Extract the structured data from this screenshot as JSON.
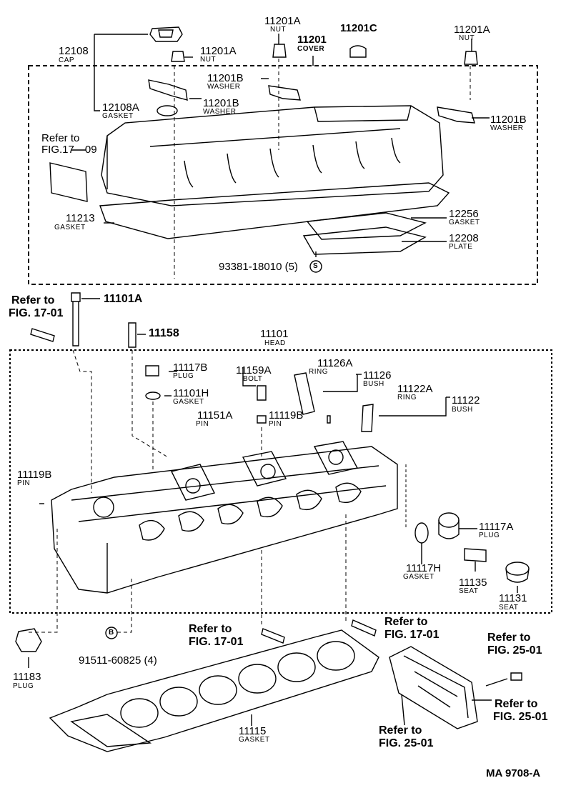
{
  "labels": {
    "p12108": "12108",
    "cap": "CAP",
    "p11201A_1": "11201A",
    "nut_1": "NUT",
    "p11201A_top": "11201A",
    "nut_top": "NUT",
    "p11201": "11201",
    "cover": "COVER",
    "p11201C": "11201C",
    "p11201A_r": "11201A",
    "nut_r": "NUT",
    "p11201B_1": "11201B",
    "washer_1": "WASHER",
    "p12108A": "12108A",
    "gasket_12108A": "GASKET",
    "p11201B_2": "11201B",
    "washer_2": "WASHER",
    "p11201B_r": "11201B",
    "washer_r": "WASHER",
    "refer_to_1": "Refer to",
    "fig_17_09": "FIG.17—09",
    "p11213": "11213",
    "gasket_11213": "GASKET",
    "p12256": "12256",
    "gasket_12256": "GASKET",
    "p12208": "12208",
    "plate_12208": "PLATE",
    "p93381": "93381-18010 (5)",
    "circle_s": "S",
    "refer_to_2": "Refer to",
    "fig_17_01_a": "FIG. 17-01",
    "p11101A": "11101A",
    "p11158": "11158",
    "p11101": "11101",
    "head": "HEAD",
    "p11117B": "11117B",
    "plug_11117B": "PLUG",
    "p11159A": "11159A",
    "bolt": "BOLT",
    "p11126A": "11126A",
    "ring_11126A": "RING",
    "p11126": "11126",
    "bush_11126": "BUSH",
    "p11101H": "11101H",
    "gasket_11101H": "GASKET",
    "p11122A": "11122A",
    "ring_11122A": "RING",
    "p11122": "11122",
    "bush_11122": "BUSH",
    "p11151A": "11151A",
    "pin_11151A": "PIN",
    "p11119B_1": "11119B",
    "pin_11119B_1": "PIN",
    "p11119B_2": "11119B",
    "pin_11119B_2": "PIN",
    "p11117A": "11117A",
    "plug_11117A": "PLUG",
    "p11117H": "11117H",
    "gasket_11117H": "GASKET",
    "p11135": "11135",
    "seat_11135": "SEAT",
    "p11131": "11131",
    "seat_11131": "SEAT",
    "refer_to_3": "Refer to",
    "fig_17_01_b": "FIG. 17-01",
    "refer_to_4": "Refer to",
    "fig_17_01_c": "FIG. 17-01",
    "refer_to_5": "Refer to",
    "fig_25_01_a": "FIG. 25-01",
    "refer_to_6": "Refer to",
    "fig_25_01_b": "FIG. 25-01",
    "refer_to_7": "Refer to",
    "fig_25_01_c": "FIG. 25-01",
    "circle_b": "B",
    "p91511": "91511-60825 (4)",
    "p11183": "11183",
    "plug_11183": "PLUG",
    "p11115": "11115",
    "gasket_11115": "GASKET",
    "code": "MA  9708-A"
  }
}
